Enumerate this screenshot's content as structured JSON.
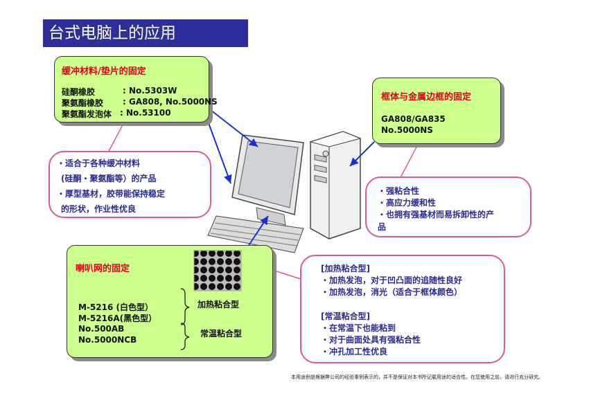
{
  "title": "台式电脑上的应用",
  "cushion": {
    "heading": "缓冲材料/垫片的固定",
    "rows": [
      {
        "material": "硅酮橡胶",
        "product": ": No.5303W"
      },
      {
        "material": "聚氨酯橡胶",
        "product": ": GA808, No.5000NS"
      },
      {
        "material": "聚氨酯发泡体",
        "product": ": No.53100"
      }
    ]
  },
  "cushion_notes": [
    "・适合于各种缓冲材料",
    "(硅酮・聚氨酯等）的产品",
    "・厚型基材，胶带能保持稳定",
    "的形状，作业性优良"
  ],
  "frame": {
    "heading": "框体与金属边框的固定",
    "products": [
      "GA808/GA835",
      "No.5000NS"
    ]
  },
  "frame_notes": [
    "・强粘合性",
    "・高应力缓和性",
    "・也拥有强基材而易拆卸性的产",
    "品"
  ],
  "speaker": {
    "heading": "喇叭网的固定",
    "products": [
      "M-5216 (白色型）",
      "M-5216A(黑色型）",
      "No.500AB",
      "No.5000NCB"
    ],
    "type_heat": "加热粘合型",
    "type_normal": "常温粘合型"
  },
  "speaker_notes": [
    "[加热粘合型]",
    "・加热发泡，对于凹凸面的追随性良好",
    "・加热发泡，消光（适合于框体颜色）",
    "[常温粘合型]",
    "・在常温下也能粘到",
    "・对于曲面处具有强粘合性",
    "・冲孔加工性优良"
  ],
  "footnote": "本用途例是根据弊公司的经验事例表示的，并不是保证对本书所记载用途的适合性。在您使用之前，请进行充分研究。",
  "colors": {
    "title_bg": "#2e2e9a",
    "green": "#ccff8c",
    "pink_border": "#e0569a",
    "heading_red": "#e3001b",
    "arrow_blue": "#1a2fd6",
    "note_text": "#2a2a90"
  }
}
